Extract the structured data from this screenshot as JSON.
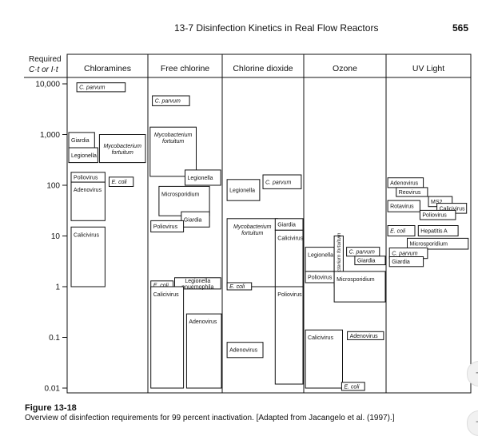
{
  "header": {
    "title": "13-7 Disinfection Kinetics in Real Flow Reactors",
    "page": "565"
  },
  "caption": {
    "figure": "Figure 13-18",
    "text": "Overview of disinfection requirements for 99 percent inactivation. [Adapted from Jacangelo et al. (1997).]"
  },
  "side_controls": {
    "plus": "+",
    "minus": "−"
  },
  "chart_data": {
    "type": "range-box",
    "y_scale": "log",
    "ylabel_line1": "Required",
    "ylabel_line2": "C·t or I·t",
    "ylim": [
      0.01,
      10000
    ],
    "y_ticks": [
      {
        "value": 10000,
        "label": "10,000"
      },
      {
        "value": 1000,
        "label": "1,000"
      },
      {
        "value": 100,
        "label": "100"
      },
      {
        "value": 10,
        "label": "10"
      },
      {
        "value": 1,
        "label": "1"
      },
      {
        "value": 0.1,
        "label": "0.1"
      },
      {
        "value": 0.01,
        "label": "0.01"
      }
    ],
    "categories": [
      "Chloramines",
      "Free chlorine",
      "Chlorine dioxide",
      "Ozone",
      "UV Light"
    ],
    "boxes": [
      {
        "cat": 0,
        "label": "C. parvum",
        "low": 7000,
        "high": 10500,
        "pos": 0.12,
        "width": 0.6,
        "vertical": false
      },
      {
        "cat": 0,
        "label": "Giardia",
        "low": 550,
        "high": 1100,
        "pos": 0.02,
        "width": 0.32,
        "vertical": false
      },
      {
        "cat": 0,
        "label": "Legionella",
        "low": 280,
        "high": 550,
        "pos": 0.02,
        "width": 0.36,
        "vertical": false
      },
      {
        "cat": 0,
        "label": "Mycobacterium fortuitum",
        "low": 280,
        "high": 1000,
        "pos": 0.4,
        "width": 0.57,
        "vertical": false
      },
      {
        "cat": 0,
        "label": "Poliovirus",
        "low": 115,
        "high": 180,
        "pos": 0.05,
        "width": 0.42,
        "vertical": false
      },
      {
        "cat": 0,
        "label": "E. coli",
        "low": 95,
        "high": 145,
        "pos": 0.52,
        "width": 0.3,
        "vertical": false
      },
      {
        "cat": 0,
        "label": "Adenovirus",
        "low": 20,
        "high": 115,
        "pos": 0.05,
        "width": 0.42,
        "vertical": false
      },
      {
        "cat": 0,
        "label": "Calicivirus",
        "low": 1,
        "high": 15,
        "pos": 0.05,
        "width": 0.42,
        "vertical": false
      },
      {
        "cat": 1,
        "label": "C. parvum",
        "low": 3700,
        "high": 5800,
        "pos": 0.06,
        "width": 0.5,
        "vertical": false
      },
      {
        "cat": 1,
        "label": "Mycobacterium fortuitum",
        "low": 150,
        "high": 1400,
        "pos": 0.03,
        "width": 0.62,
        "vertical": false
      },
      {
        "cat": 1,
        "label": "Legionella",
        "low": 100,
        "high": 200,
        "pos": 0.5,
        "width": 0.48,
        "vertical": false
      },
      {
        "cat": 1,
        "label": "Microsporidium",
        "low": 25,
        "high": 95,
        "pos": 0.15,
        "width": 0.68,
        "vertical": false
      },
      {
        "cat": 1,
        "label": "Giardia",
        "low": 15,
        "high": 30,
        "pos": 0.45,
        "width": 0.38,
        "vertical": false
      },
      {
        "cat": 1,
        "label": "Poliovirus",
        "low": 12,
        "high": 20,
        "pos": 0.04,
        "width": 0.44,
        "vertical": false
      },
      {
        "cat": 1,
        "label": "E. coli",
        "low": 0.9,
        "high": 1.3,
        "pos": 0.04,
        "width": 0.3,
        "vertical": false
      },
      {
        "cat": 1,
        "label": "Legionella pnuemophila",
        "low": 0.9,
        "high": 1.5,
        "pos": 0.36,
        "width": 0.62,
        "vertical": false
      },
      {
        "cat": 1,
        "label": "Calicivirus",
        "low": 0.01,
        "high": 1.0,
        "pos": 0.04,
        "width": 0.44,
        "vertical": false
      },
      {
        "cat": 1,
        "label": "Adenovirus",
        "low": 0.01,
        "high": 0.29,
        "pos": 0.52,
        "width": 0.47,
        "vertical": false
      },
      {
        "cat": 2,
        "label": "C. parvum",
        "low": 85,
        "high": 160,
        "pos": 0.5,
        "width": 0.47,
        "vertical": false
      },
      {
        "cat": 2,
        "label": "Legionella",
        "low": 50,
        "high": 130,
        "pos": 0.06,
        "width": 0.4,
        "vertical": false
      },
      {
        "cat": 2,
        "label": "Mycobacterium fortuitum",
        "low": 1.0,
        "high": 22,
        "pos": 0.06,
        "width": 0.62,
        "vertical": false
      },
      {
        "cat": 2,
        "label": "Giardia",
        "low": 13,
        "high": 22,
        "pos": 0.65,
        "width": 0.4,
        "vertical": false
      },
      {
        "cat": 2,
        "label": "Calicivirus",
        "low": 1.0,
        "high": 13,
        "pos": 0.65,
        "width": 0.4,
        "vertical": false
      },
      {
        "cat": 2,
        "label": "E. coli",
        "low": 0.9,
        "high": 1.2,
        "pos": 0.06,
        "width": 0.3,
        "vertical": false
      },
      {
        "cat": 2,
        "label": "Poliovirus",
        "low": 0.012,
        "high": 1.0,
        "pos": 0.65,
        "width": 0.4,
        "vertical": false
      },
      {
        "cat": 2,
        "label": "Adenovirus",
        "low": 0.04,
        "high": 0.08,
        "pos": 0.06,
        "width": 0.44,
        "vertical": false
      },
      {
        "cat": 3,
        "label": "Legionella",
        "low": 2.0,
        "high": 6.0,
        "pos": 0.02,
        "width": 0.35,
        "vertical": false
      },
      {
        "cat": 3,
        "label": "Mycobacterium fortuitum",
        "low": 1.0,
        "high": 10,
        "pos": 0.37,
        "width": 0.11,
        "vertical": true
      },
      {
        "cat": 3,
        "label": "C. parvum",
        "low": 4.0,
        "high": 6.0,
        "pos": 0.52,
        "width": 0.4,
        "vertical": false
      },
      {
        "cat": 3,
        "label": "Giardia",
        "low": 2.7,
        "high": 4.0,
        "pos": 0.62,
        "width": 0.38,
        "vertical": false
      },
      {
        "cat": 3,
        "label": "Poliovirus",
        "low": 1.2,
        "high": 2.0,
        "pos": 0.02,
        "width": 0.35,
        "vertical": false
      },
      {
        "cat": 3,
        "label": "Microsporidium",
        "low": 0.5,
        "high": 2.0,
        "pos": 0.37,
        "width": 0.62,
        "vertical": false
      },
      {
        "cat": 3,
        "label": "Adenovirus",
        "low": 0.09,
        "high": 0.13,
        "pos": 0.53,
        "width": 0.44,
        "vertical": false
      },
      {
        "cat": 3,
        "label": "Calicivirus",
        "low": 0.01,
        "high": 0.14,
        "pos": 0.02,
        "width": 0.45,
        "vertical": false
      },
      {
        "cat": 3,
        "label": "E. coli",
        "low": 0.009,
        "high": 0.013,
        "pos": 0.46,
        "width": 0.28,
        "vertical": false
      },
      {
        "cat": 4,
        "label": "Adenovirus",
        "low": 90,
        "high": 140,
        "pos": 0.02,
        "width": 0.42,
        "vertical": false
      },
      {
        "cat": 4,
        "label": "Reovirus",
        "low": 60,
        "high": 90,
        "pos": 0.12,
        "width": 0.37,
        "vertical": false
      },
      {
        "cat": 4,
        "label": "MS2",
        "low": 38,
        "high": 60,
        "pos": 0.5,
        "width": 0.28,
        "vertical": false
      },
      {
        "cat": 4,
        "label": "Rotavirus",
        "low": 30,
        "high": 50,
        "pos": 0.02,
        "width": 0.38,
        "vertical": false
      },
      {
        "cat": 4,
        "label": "Calicivirus",
        "low": 28,
        "high": 44,
        "pos": 0.6,
        "width": 0.35,
        "vertical": false
      },
      {
        "cat": 4,
        "label": "Poliovirus",
        "low": 21,
        "high": 32,
        "pos": 0.4,
        "width": 0.42,
        "vertical": false
      },
      {
        "cat": 4,
        "label": "E. coli",
        "low": 10,
        "high": 16,
        "pos": 0.02,
        "width": 0.32,
        "vertical": false
      },
      {
        "cat": 4,
        "label": "Hepatitis A",
        "low": 10,
        "high": 16,
        "pos": 0.38,
        "width": 0.47,
        "vertical": false
      },
      {
        "cat": 4,
        "label": "Microsporidium",
        "low": 5.5,
        "high": 9.0,
        "pos": 0.25,
        "width": 0.72,
        "vertical": false
      },
      {
        "cat": 4,
        "label": "C. parvum",
        "low": 3.6,
        "high": 5.8,
        "pos": 0.04,
        "width": 0.45,
        "vertical": false
      },
      {
        "cat": 4,
        "label": "Giardia",
        "low": 2.5,
        "high": 3.9,
        "pos": 0.04,
        "width": 0.4,
        "vertical": false
      }
    ]
  }
}
